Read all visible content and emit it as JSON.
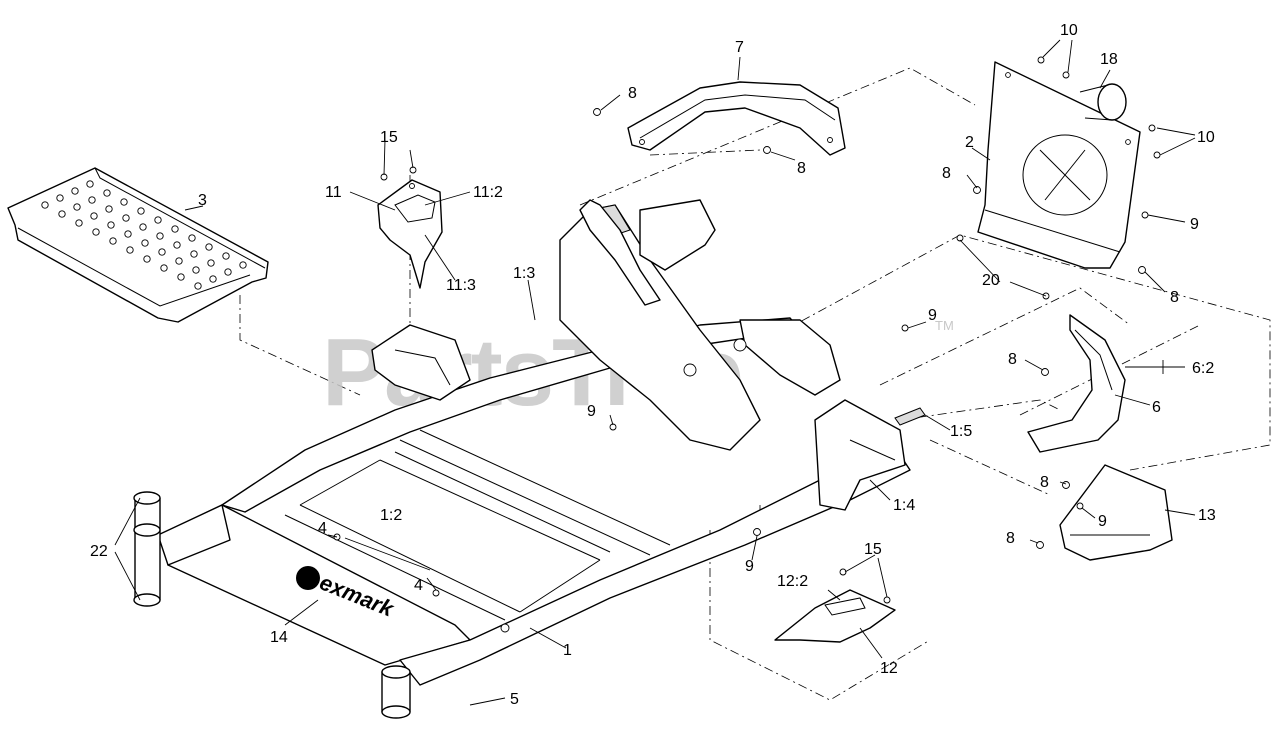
{
  "watermark": {
    "text": "PartsTree",
    "tm": "TM"
  },
  "brand_logo": "exmark",
  "callouts": [
    {
      "id": "c1",
      "label": "1"
    },
    {
      "id": "c1_2",
      "label": "1:2"
    },
    {
      "id": "c1_3",
      "label": "1:3"
    },
    {
      "id": "c1_4",
      "label": "1:4"
    },
    {
      "id": "c1_5",
      "label": "1:5"
    },
    {
      "id": "c2",
      "label": "2"
    },
    {
      "id": "c3",
      "label": "3"
    },
    {
      "id": "c4a",
      "label": "4"
    },
    {
      "id": "c4b",
      "label": "4"
    },
    {
      "id": "c5",
      "label": "5"
    },
    {
      "id": "c6",
      "label": "6"
    },
    {
      "id": "c6_2",
      "label": "6:2"
    },
    {
      "id": "c7",
      "label": "7"
    },
    {
      "id": "c8a",
      "label": "8"
    },
    {
      "id": "c8b",
      "label": "8"
    },
    {
      "id": "c8c",
      "label": "8"
    },
    {
      "id": "c8d",
      "label": "8"
    },
    {
      "id": "c8e",
      "label": "8"
    },
    {
      "id": "c8f",
      "label": "8"
    },
    {
      "id": "c8g",
      "label": "8"
    },
    {
      "id": "c9a",
      "label": "9"
    },
    {
      "id": "c9b",
      "label": "9"
    },
    {
      "id": "c9c",
      "label": "9"
    },
    {
      "id": "c9d",
      "label": "9"
    },
    {
      "id": "c9e",
      "label": "9"
    },
    {
      "id": "c10a",
      "label": "10"
    },
    {
      "id": "c10b",
      "label": "10"
    },
    {
      "id": "c11",
      "label": "11"
    },
    {
      "id": "c11_2",
      "label": "11:2"
    },
    {
      "id": "c11_3",
      "label": "11:3"
    },
    {
      "id": "c12",
      "label": "12"
    },
    {
      "id": "c12_2",
      "label": "12:2"
    },
    {
      "id": "c13",
      "label": "13"
    },
    {
      "id": "c14",
      "label": "14"
    },
    {
      "id": "c15a",
      "label": "15"
    },
    {
      "id": "c15b",
      "label": "15"
    },
    {
      "id": "c18",
      "label": "18"
    },
    {
      "id": "c20",
      "label": "20"
    },
    {
      "id": "c22",
      "label": "22"
    }
  ]
}
